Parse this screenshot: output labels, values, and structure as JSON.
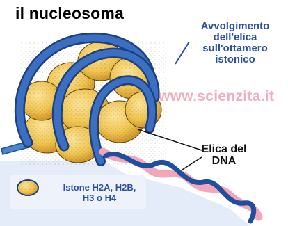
{
  "title": "il nucleosoma",
  "labels": {
    "avvolgimento": "Avvolgimento\ndell'elica\nsull'ottamero\nistonico",
    "elica_dna": "Elica del\nDNA",
    "istone": "Istone H2A, H2B,\nH3 o H4"
  },
  "watermark": "www.scienzita.it",
  "colors": {
    "histone_fill": "#f0c450",
    "histone_shadow": "#d79a2a",
    "dna_wrap": "#2f5fb0",
    "dna_strand_dark": "#1f4f9f",
    "dna_strand_pink": "#f2a6b8",
    "linker_blue": "#4a86c9",
    "label_blue": "#2b4fa3",
    "watermark": "#e46f8a",
    "legend_bg": "#eef3fb",
    "tail_bg": "#dfe9f7"
  },
  "icons": {
    "histone_legend": "histone-sphere-icon"
  }
}
